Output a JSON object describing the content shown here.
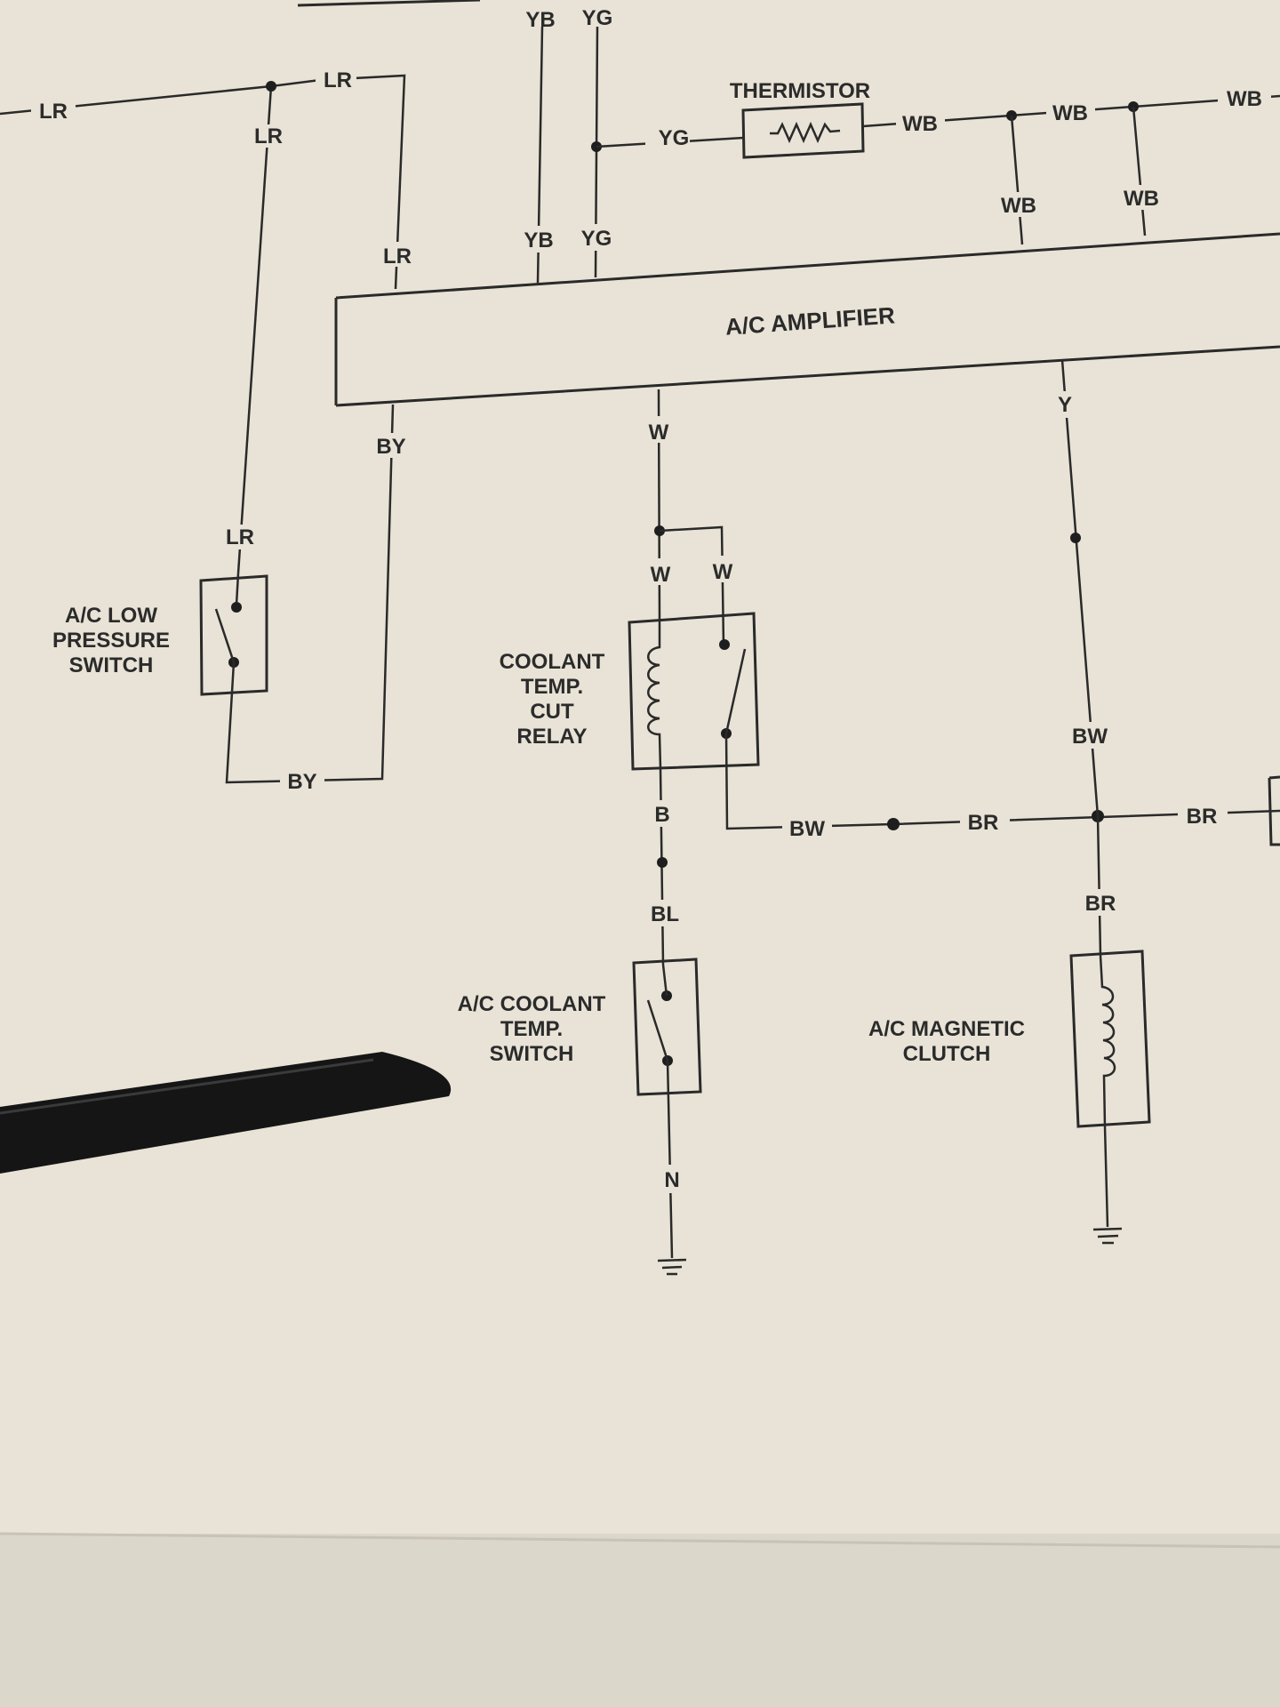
{
  "wire_labels": {
    "lr_far_left": "LR",
    "lr_top": "LR",
    "lr_drop": "LR",
    "lr_amp": "LR",
    "lr_lower": "LR",
    "yb_top": "YB",
    "yg_top": "YG",
    "yg_thermistor": "YG",
    "yb_amp": "YB",
    "yg_amp": "YG",
    "wb_right_1": "WB",
    "wb_right_2": "WB",
    "wb_right_3": "WB",
    "wb_drop_1": "WB",
    "wb_drop_2": "WB",
    "by_amp": "BY",
    "by_bottom": "BY",
    "w_amp": "W",
    "w_relay_left": "W",
    "w_relay_right": "W",
    "y_amp": "Y",
    "bw_vertical": "BW",
    "bw_horizontal": "BW",
    "br_mid": "BR",
    "br_right": "BR",
    "br_clutch": "BR",
    "b_relay": "B",
    "bl_switch": "BL",
    "n_ground": "N"
  },
  "components": {
    "thermistor": "THERMISTOR",
    "amplifier": "A/C AMPLIFIER",
    "low_pressure_switch": [
      "A/C LOW",
      "PRESSURE",
      "SWITCH"
    ],
    "coolant_relay": [
      "COOLANT",
      "TEMP.",
      "CUT",
      "RELAY"
    ],
    "coolant_switch": [
      "A/C COOLANT",
      "TEMP.",
      "SWITCH"
    ],
    "magnetic_clutch": [
      "A/C MAGNETIC",
      "CLUTCH"
    ]
  }
}
